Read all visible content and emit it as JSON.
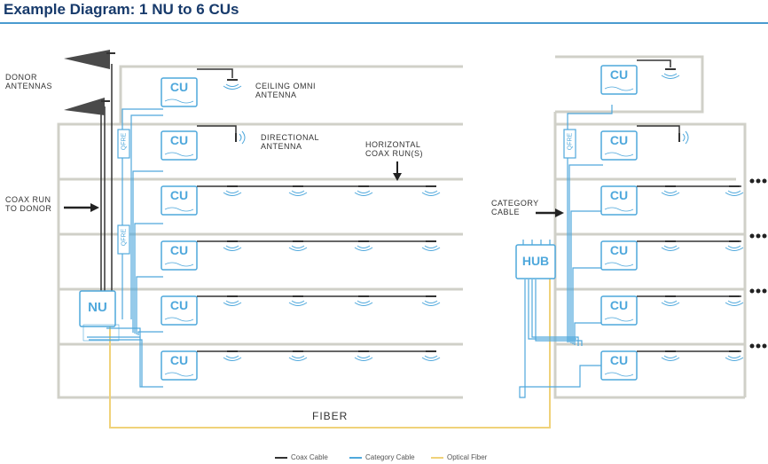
{
  "title": "Example Diagram: 1 NU to 6 CUs",
  "labels": {
    "donor_antennas": "DONOR\nANTENNAS",
    "ceiling_omni": "CEILING OMNI\nANTENNA",
    "directional": "DIRECTIONAL\nANTENNA",
    "horizontal_coax": "HORIZONTAL\nCOAX RUN(S)",
    "coax_run_to_donor": "COAX RUN\nTO DONOR",
    "category_cable": "CATEGORY\nCABLE",
    "fiber": "FIBER"
  },
  "nodes": {
    "cu": "CU",
    "nu": "NU",
    "hub": "HUB",
    "qfre": "QFRE"
  },
  "legend": {
    "coax": {
      "label": "Coax Cable",
      "color": "#333333"
    },
    "category": {
      "label": "Category Cable",
      "color": "#4fa8dc"
    },
    "fiber": {
      "label": "Optical Fiber",
      "color": "#f0d27a"
    }
  },
  "colors": {
    "accent_blue": "#4fa8dc",
    "title_navy": "#173a6b",
    "wall_gray": "#d0d0c8"
  }
}
